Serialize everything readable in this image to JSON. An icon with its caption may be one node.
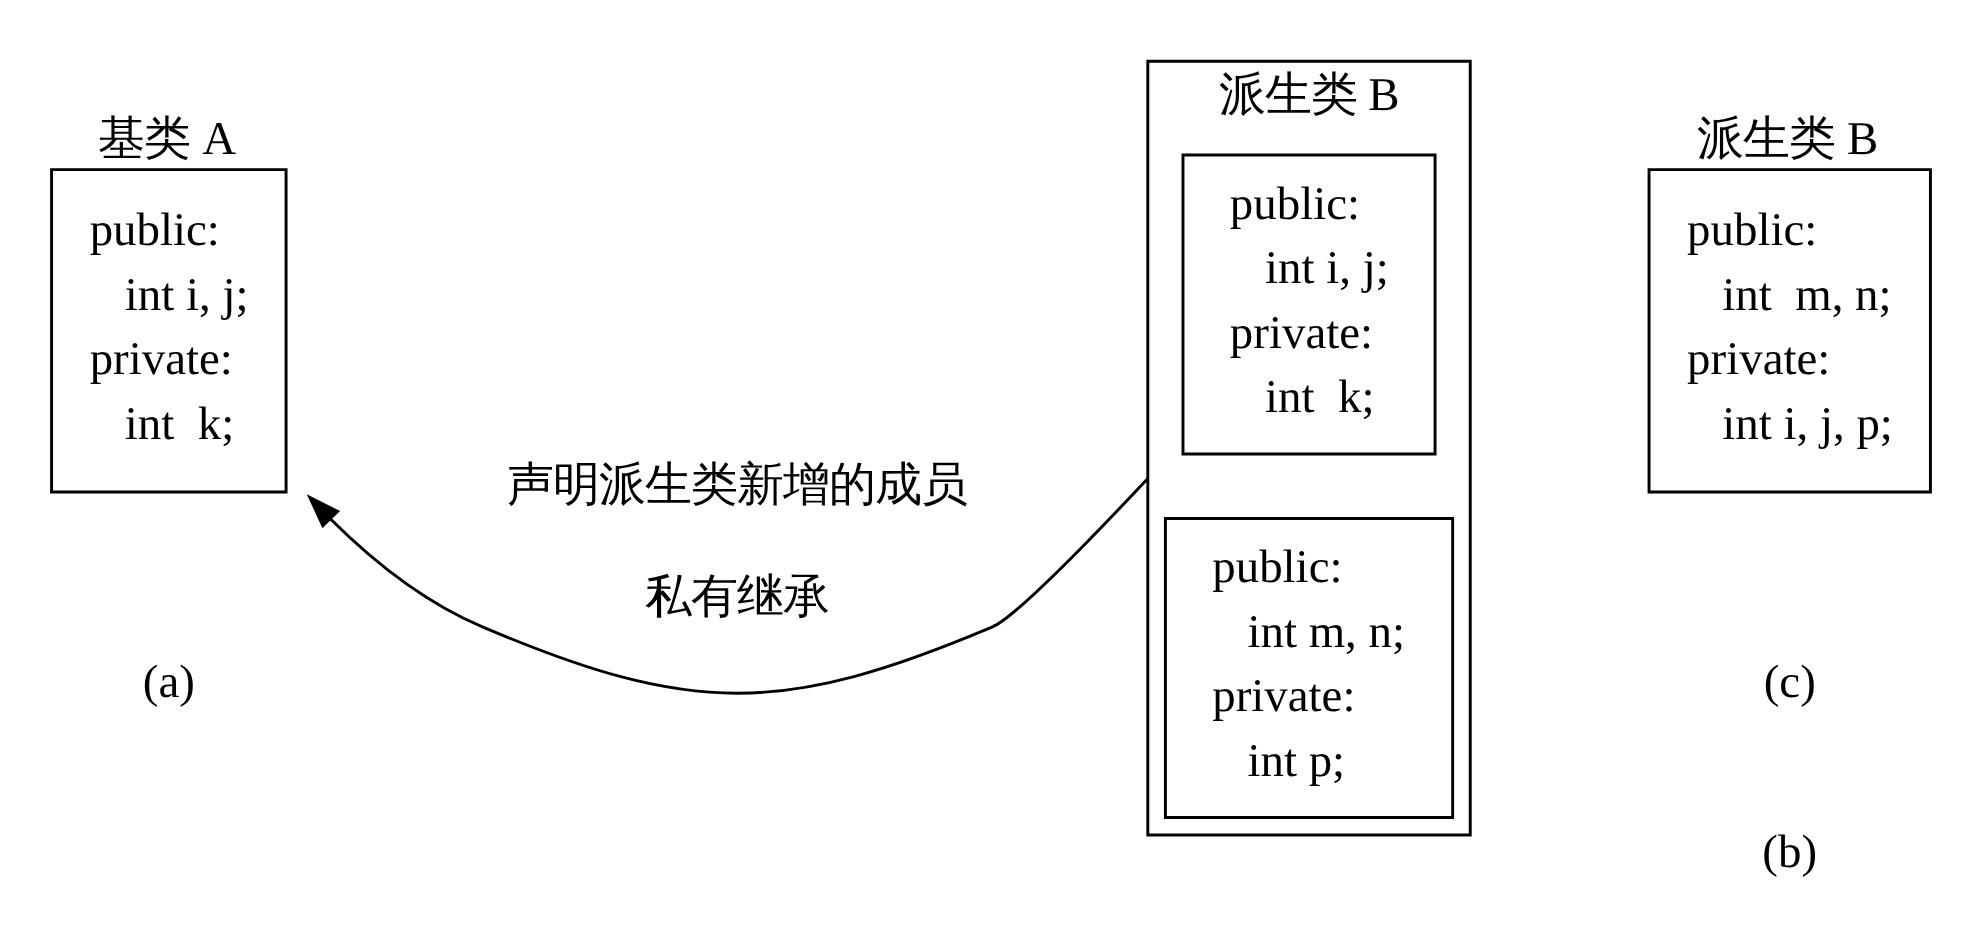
{
  "diagram": {
    "nodes": [
      {
        "text": [
          "基类 A",
          "public:",
          "int i, j;",
          "private:",
          "int  k;"
        ]
      },
      {
        "text": [
          "派生类 B"
        ]
      },
      {
        "text": [
          "public:",
          "int i, j;",
          "private:",
          "int  k;"
        ],
        "in": 1
      },
      {
        "text": [
          "public:",
          "int m, n;",
          "private:",
          "int p;"
        ],
        "in": 1
      },
      {
        "text": [
          "派生类 B",
          "public:",
          "int  m, n;",
          "private:",
          "int i, j, p;"
        ]
      }
    ],
    "edges": [
      {
        "from": 1,
        "to": 0,
        "arrow": "to",
        "label": "私有继承"
      }
    ],
    "labels": [
      "声明派生类新增的成员",
      "(a)",
      "(b)",
      "(c)"
    ]
  }
}
